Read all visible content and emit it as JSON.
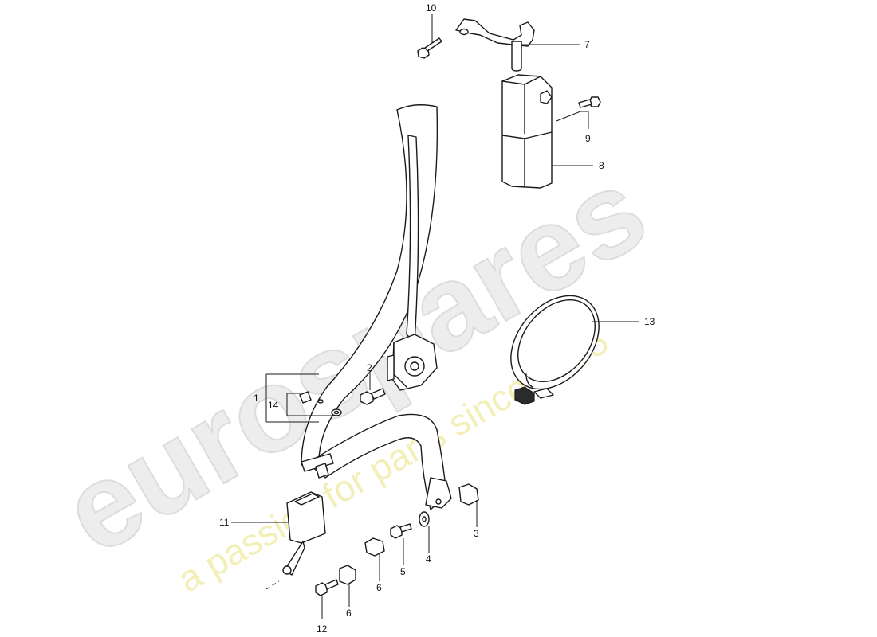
{
  "watermark": {
    "brand": "eurospares",
    "tagline": "a passion for parts since 1985"
  },
  "callouts": {
    "c1": "1",
    "c2": "2",
    "c3": "3",
    "c4": "4",
    "c5": "5",
    "c6a": "6",
    "c6b": "6",
    "c7": "7",
    "c8": "8",
    "c9": "9",
    "c10": "10",
    "c11": "11",
    "c12": "12",
    "c13": "13",
    "c14": "14"
  },
  "colors": {
    "line": "#1a1a1a",
    "watermark": "#ededed",
    "tagline": "#f3efb8"
  }
}
